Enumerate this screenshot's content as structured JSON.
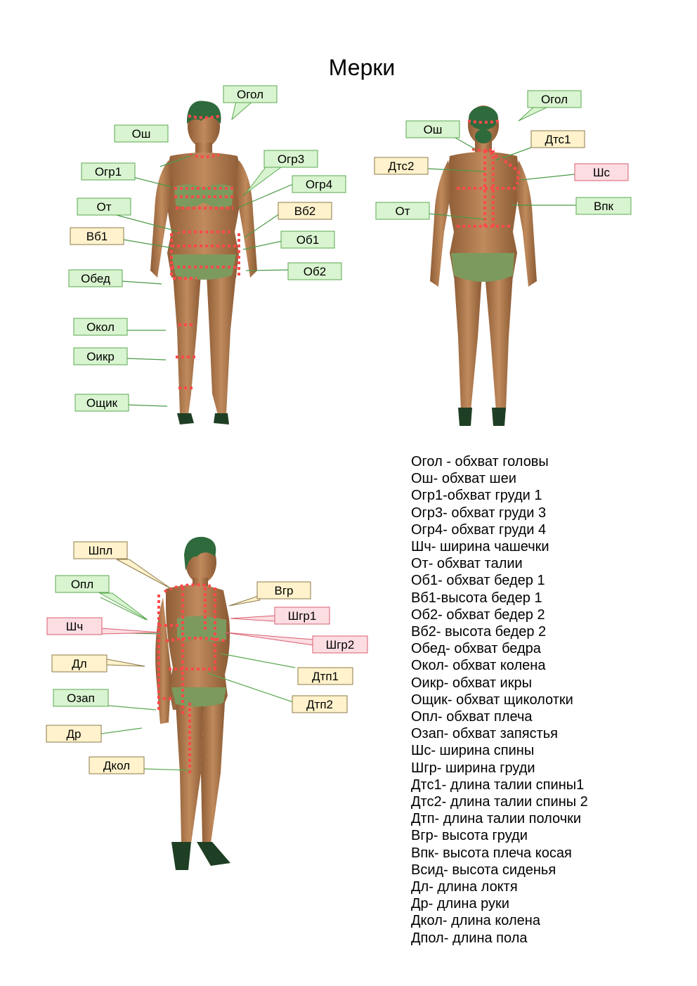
{
  "title": "Мерки",
  "front_labels": {
    "ogol": "Огол",
    "osh": "Ош",
    "ogr1": "Огр1",
    "ogr3": "Огр3",
    "ogr4": "Огр4",
    "ot": "От",
    "vb2": "Вб2",
    "vb1": "Вб1",
    "ob1": "Об1",
    "obed": "Обед",
    "ob2": "Об2",
    "okol": "Окол",
    "oikr": "Оикр",
    "oshik": "Ощик"
  },
  "back_labels": {
    "ogol": "Огол",
    "osh": "Ош",
    "dts1": "Дтс1",
    "dts2": "Дтс2",
    "shs": "Шс",
    "ot": "От",
    "vpk": "Впк"
  },
  "side_labels": {
    "shpl": "Шпл",
    "opl": "Опл",
    "vgr": "Вгр",
    "shgr1": "Шгр1",
    "shch": "Шч",
    "shgr2": "Шгр2",
    "dl": "Дл",
    "dtp1": "Дтп1",
    "ozap": "Озап",
    "dtp2": "Дтп2",
    "dr": "Др",
    "dkol": "Дкол"
  },
  "legend": [
    "Огол - обхват головы",
    "Ош- обхват шеи",
    "Огр1-обхват груди 1",
    "Огр3- обхват груди 3",
    "Огр4- обхват груди 4",
    "Шч- ширина чашечки",
    "От- обхват талии",
    "Об1- обхват бедер 1",
    "Вб1-высота бедер 1",
    "Об2- обхват бедер 2",
    "Вб2- высота бедер 2",
    "Обед- обхват бедра",
    "Окол- обхват колена",
    "Оикр- обхват икры",
    "Ощик- обхват щиколотки",
    "Опл- обхват плеча",
    "Озап- обхват запястья",
    "Шс- ширина спины",
    "Шгр- ширина груди",
    "Дтс1- длина талии спины1",
    "Дтс2- длина талии спины 2",
    "Дтп- длина талии полочки",
    "Вгр- высота груди",
    "Впк- высота плеча косая",
    "Всид- высота сиденья",
    "Дл- длина локтя",
    "Др- длина руки",
    "Дкол- длина колена",
    "Дпол- длина пола"
  ],
  "colors": {
    "green_fill": "#d9f4d0",
    "green_stroke": "#5aa850",
    "yellow_fill": "#fff2cc",
    "yellow_stroke": "#8c7a4a",
    "pink_fill": "#fcdde2",
    "pink_stroke": "#d96070",
    "measure_line": "#ff4a4a",
    "skin": "#b07a4e",
    "hair": "#2f6a3c",
    "garment": "#7c9a5e"
  }
}
